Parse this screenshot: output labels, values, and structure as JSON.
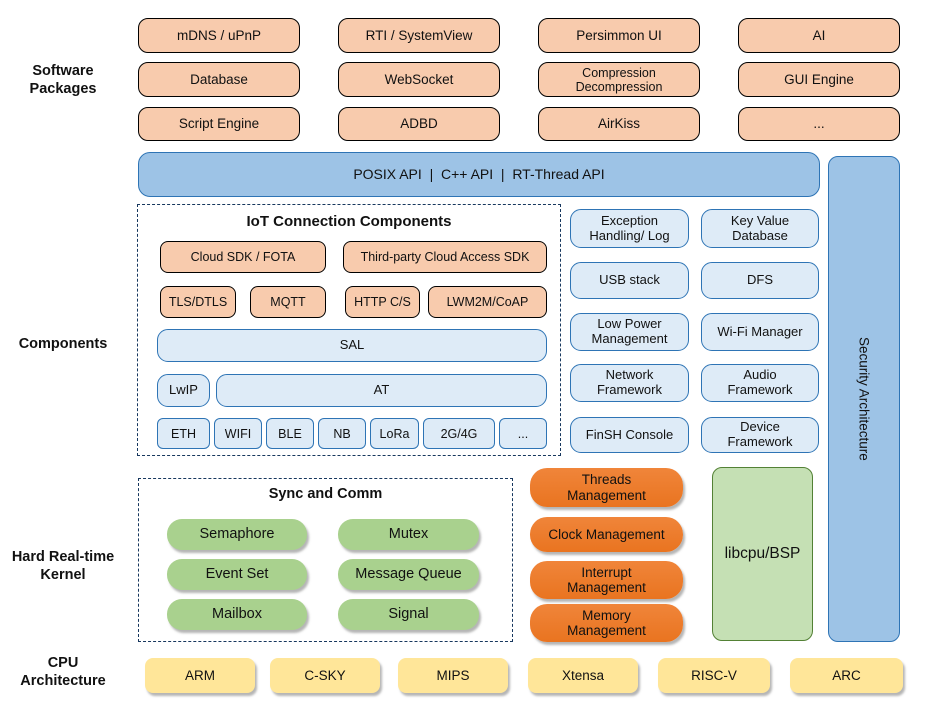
{
  "labels": {
    "software_packages": "Software\nPackages",
    "components": "Components",
    "kernel": "Hard Real-time\nKernel",
    "cpu": "CPU\nArchitecture"
  },
  "software_packages": {
    "items": [
      "mDNS / uPnP",
      "RTI / SystemView",
      "Persimmon UI",
      "AI",
      "Database",
      "WebSocket",
      "Compression\nDecompression",
      "GUI Engine",
      "Script Engine",
      "ADBD",
      "AirKiss",
      "..."
    ]
  },
  "api_bar": {
    "label": "POSIX API  |  C++ API  |  RT-Thread API"
  },
  "security_bar": {
    "label": "Security Architecture"
  },
  "iot": {
    "title": "IoT Connection Components",
    "row1": [
      "Cloud SDK / FOTA",
      "Third-party Cloud Access SDK"
    ],
    "row2": [
      "TLS/DTLS",
      "MQTT",
      "HTTP C/S",
      "LWM2M/CoAP"
    ],
    "sal": "SAL",
    "lwip": "LwIP",
    "at": "AT",
    "links": [
      "ETH",
      "WIFI",
      "BLE",
      "NB",
      "LoRa",
      "2G/4G",
      "..."
    ]
  },
  "components_grid": {
    "items": [
      "Exception\nHandling/ Log",
      "Key Value\nDatabase",
      "USB stack",
      "DFS",
      "Low Power\nManagement",
      "Wi-Fi Manager",
      "Network\nFramework",
      "Audio\nFramework",
      "FinSH Console",
      "Device\nFramework"
    ]
  },
  "kernel": {
    "sync_title": "Sync and Comm",
    "sync_items": [
      "Semaphore",
      "Mutex",
      "Event Set",
      "Message Queue",
      "Mailbox",
      "Signal"
    ],
    "mgmt_items": [
      "Threads\nManagement",
      "Clock Management",
      "Interrupt\nManagement",
      "Memory\nManagement"
    ],
    "libcpu": "libcpu/BSP"
  },
  "cpu": {
    "items": [
      "ARM",
      "C-SKY",
      "MIPS",
      "Xtensa",
      "RISC-V",
      "ARC"
    ]
  },
  "colors": {
    "package_fill": "#F8CBAD",
    "api_bar_fill": "#9DC3E6",
    "component_fill": "#DEEBF7",
    "component_border": "#2E74B5",
    "sync_pill_fill": "#A9D18E",
    "mgmt_pill_fill": "#ED7D31",
    "libcpu_fill": "#C5E0B4",
    "libcpu_border": "#538135",
    "cpu_fill": "#FFE699",
    "dash_border": "#17375E"
  }
}
